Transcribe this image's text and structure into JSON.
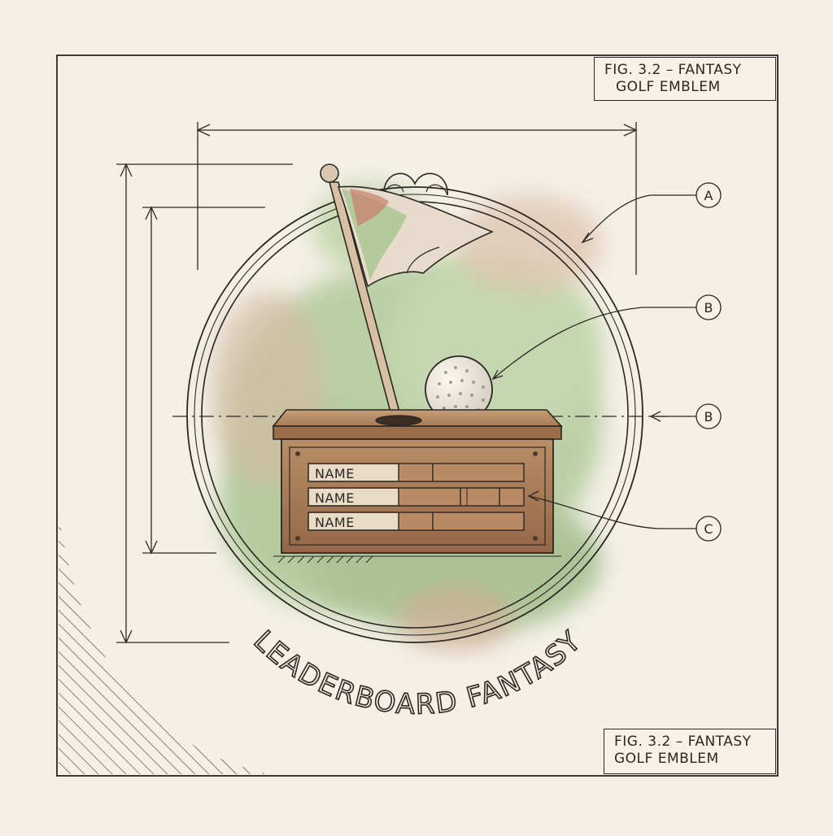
{
  "figure": {
    "caption_top": {
      "line1": "FIG. 3.2 – FANTASY",
      "line2": "GOLF EMBLEM"
    },
    "caption_bottom": {
      "line1": "FIG. 3.2 – FANTASY",
      "line2": "GOLF EMBLEM"
    }
  },
  "emblem": {
    "title": "LEADERBOARD FANTASY",
    "rows": [
      {
        "label": "NAME"
      },
      {
        "label": "NAME"
      },
      {
        "label": "NAME"
      }
    ]
  },
  "callouts": [
    {
      "letter": "A",
      "target": "outer-ring"
    },
    {
      "letter": "B",
      "target": "golf-ball"
    },
    {
      "letter": "B",
      "target": "center-line"
    },
    {
      "letter": "C",
      "target": "leaderboard-row"
    }
  ],
  "colors": {
    "ink": "#2b2723",
    "paper": "#f4f0e6",
    "wash_green": "#9fbf88",
    "wash_red": "#c98a72",
    "wood": "#a97c57",
    "wood_dark": "#7d5638"
  }
}
